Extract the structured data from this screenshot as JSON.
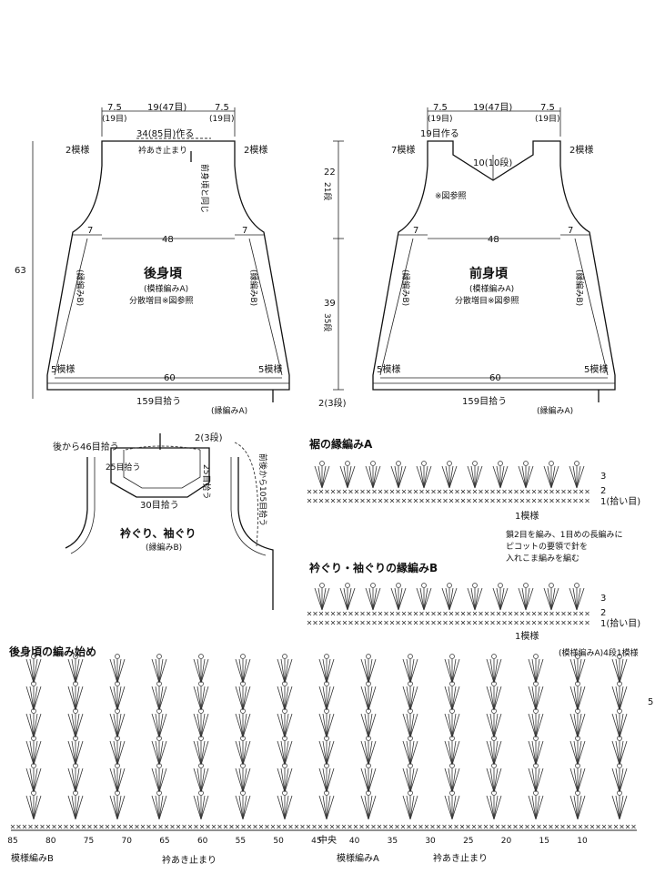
{
  "back": {
    "title": "後身頃",
    "sub1": "(模様編みA)",
    "sub2": "分散増目※図参照",
    "top_left_dim": "7.5",
    "top_left_st": "(19目)",
    "top_mid": "19(47目)",
    "top_right_dim": "7.5",
    "top_right_st": "(19目)",
    "cast_on": "34(85目)作る",
    "opening": "衿あき止まり",
    "side_note": "前身頃と同じ",
    "pattern_left": "2模様",
    "pattern_right": "2模様",
    "armhole_left": "7",
    "armhole_right": "7",
    "width": "48",
    "hem_width": "60",
    "hem_left": "5模様",
    "hem_right": "5模様",
    "border_left": "(縁編みB)",
    "border_right": "(縁編みB)",
    "pickup": "159目拾う",
    "hem_border": "(縁編みA)",
    "height": "63"
  },
  "front": {
    "title": "前身頃",
    "sub1": "(模様編みA)",
    "sub2": "分散増目※図参照",
    "top_left_dim": "7.5",
    "top_left_st": "(19目)",
    "top_mid": "19(47目)",
    "top_right_dim": "7.5",
    "top_right_st": "(19目)",
    "cast_on": "19目作る",
    "pattern_left": "7模様",
    "pattern_right": "2模様",
    "neck": "10(10段)",
    "neck_ref": "※図参照",
    "armhole_left": "7",
    "armhole_right": "7",
    "width": "48",
    "hem_width": "60",
    "hem_left": "5模様",
    "hem_right": "5模様",
    "border_left": "(縁編みB)",
    "border_right": "(縁編みB)",
    "pickup": "159目拾う",
    "hem_border": "(縁編みA)",
    "upper_h": "22",
    "upper_rows": "21段",
    "lower_h": "39",
    "lower_rows": "35段",
    "border_h": "2(3段)"
  },
  "collar": {
    "title": "衿ぐり、袖ぐり",
    "sub": "(縁編みB)",
    "back_pick": "後から46目拾う",
    "rows": "2(3段)",
    "side_pick": "25目拾う",
    "side_pick_right": "25目拾う",
    "bottom_pick": "30目拾う",
    "front_pick": "前後から105目拾う"
  },
  "edgeA": {
    "title": "裾の縁編みA",
    "row3": "3",
    "row2": "2",
    "row1": "1(拾い目)",
    "pattern": "1模様",
    "note1": "鎖2目を編み、1目めの長編みに",
    "note2": "ピコットの要領で針を",
    "note3": "入れこま編みを編む"
  },
  "edgeB": {
    "title": "衿ぐり・袖ぐりの縁編みB",
    "row3": "3",
    "row2": "2",
    "row1": "1(拾い目)",
    "pattern": "1模様"
  },
  "start": {
    "title": "後身頃の編み始め",
    "repeat": "(模様編みA)4段1模様",
    "row_mark": "5",
    "center": "中央",
    "numbers": [
      "85",
      "80",
      "75",
      "70",
      "65",
      "60",
      "55",
      "50",
      "45",
      "40",
      "35",
      "30",
      "25",
      "20",
      "15",
      "10"
    ],
    "left_pattern": "模様編みB",
    "left_stop": "衿あき止まり",
    "mid_pattern": "模様編みA",
    "right_stop": "衿あき止まり"
  }
}
